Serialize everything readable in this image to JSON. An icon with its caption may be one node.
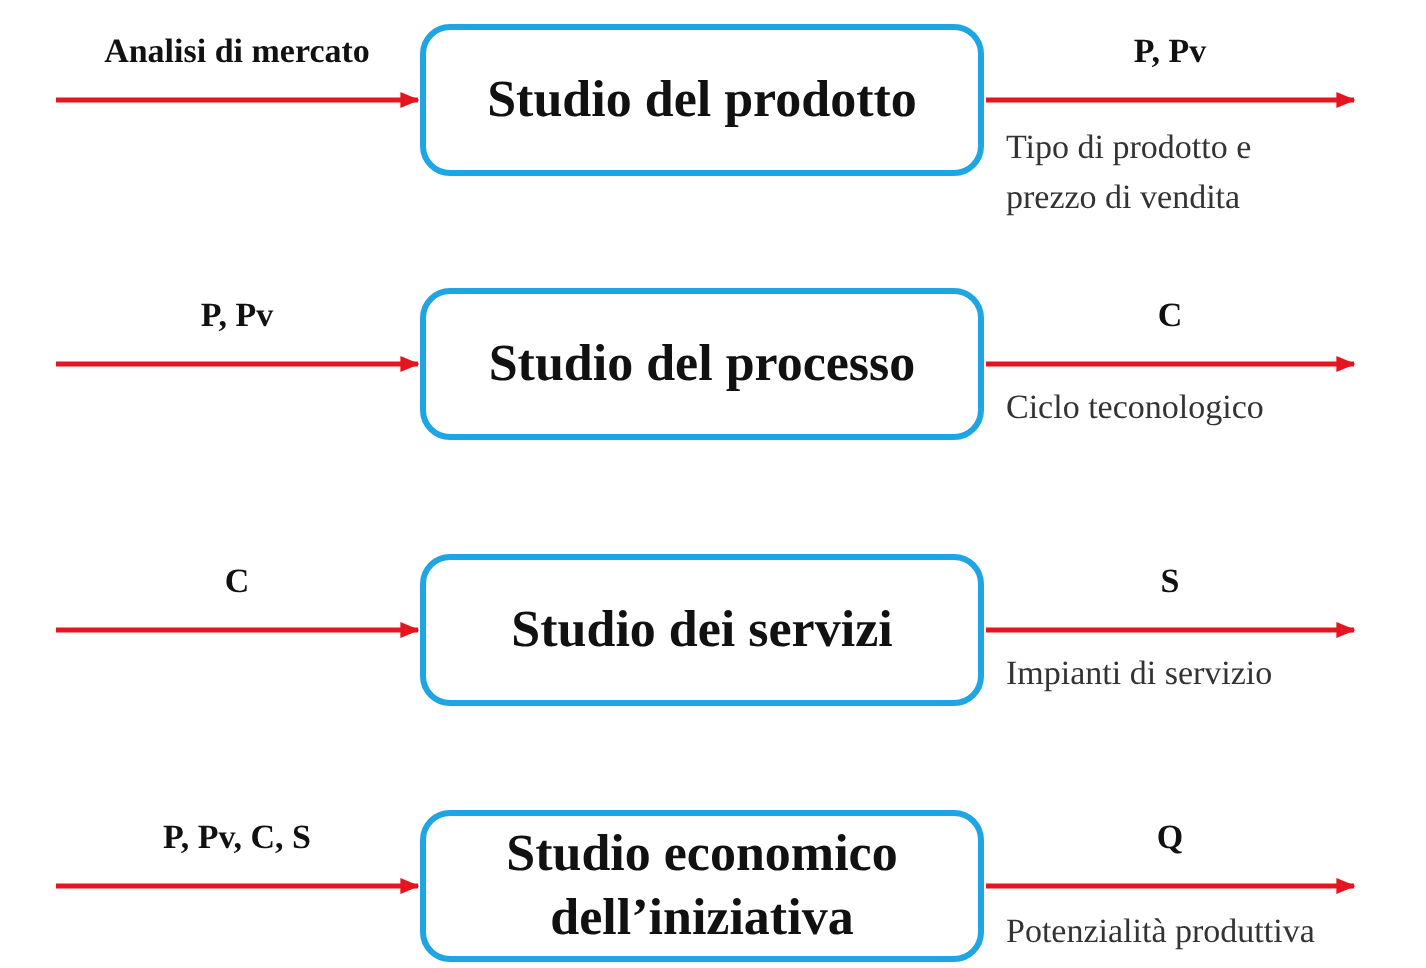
{
  "diagram": {
    "nodes": [
      {
        "text": [
          "Studio del prodotto"
        ]
      },
      {
        "text": [
          "Studio del processo"
        ]
      },
      {
        "text": [
          "Studio dei servizi"
        ]
      },
      {
        "text": [
          "Studio economico dell’iniziativa"
        ]
      }
    ],
    "edges": [
      {
        "from": null,
        "to": 0,
        "arrow": "to",
        "label": "Analisi di mercato"
      },
      {
        "from": 0,
        "to": null,
        "arrow": "to",
        "label": "P, Pv"
      },
      {
        "from": null,
        "to": 1,
        "arrow": "to",
        "label": "P, Pv"
      },
      {
        "from": 1,
        "to": null,
        "arrow": "to",
        "label": "C"
      },
      {
        "from": null,
        "to": 2,
        "arrow": "to",
        "label": "C"
      },
      {
        "from": 2,
        "to": null,
        "arrow": "to",
        "label": "S"
      },
      {
        "from": null,
        "to": 3,
        "arrow": "to",
        "label": "P, Pv, C, S"
      },
      {
        "from": 3,
        "to": null,
        "arrow": "to",
        "label": "Q"
      }
    ],
    "labels": [
      "Tipo di prodotto e prezzo di vendita",
      "Ciclo teconologico",
      "Impianti di servizio",
      "Potenzialità produttiva"
    ]
  }
}
